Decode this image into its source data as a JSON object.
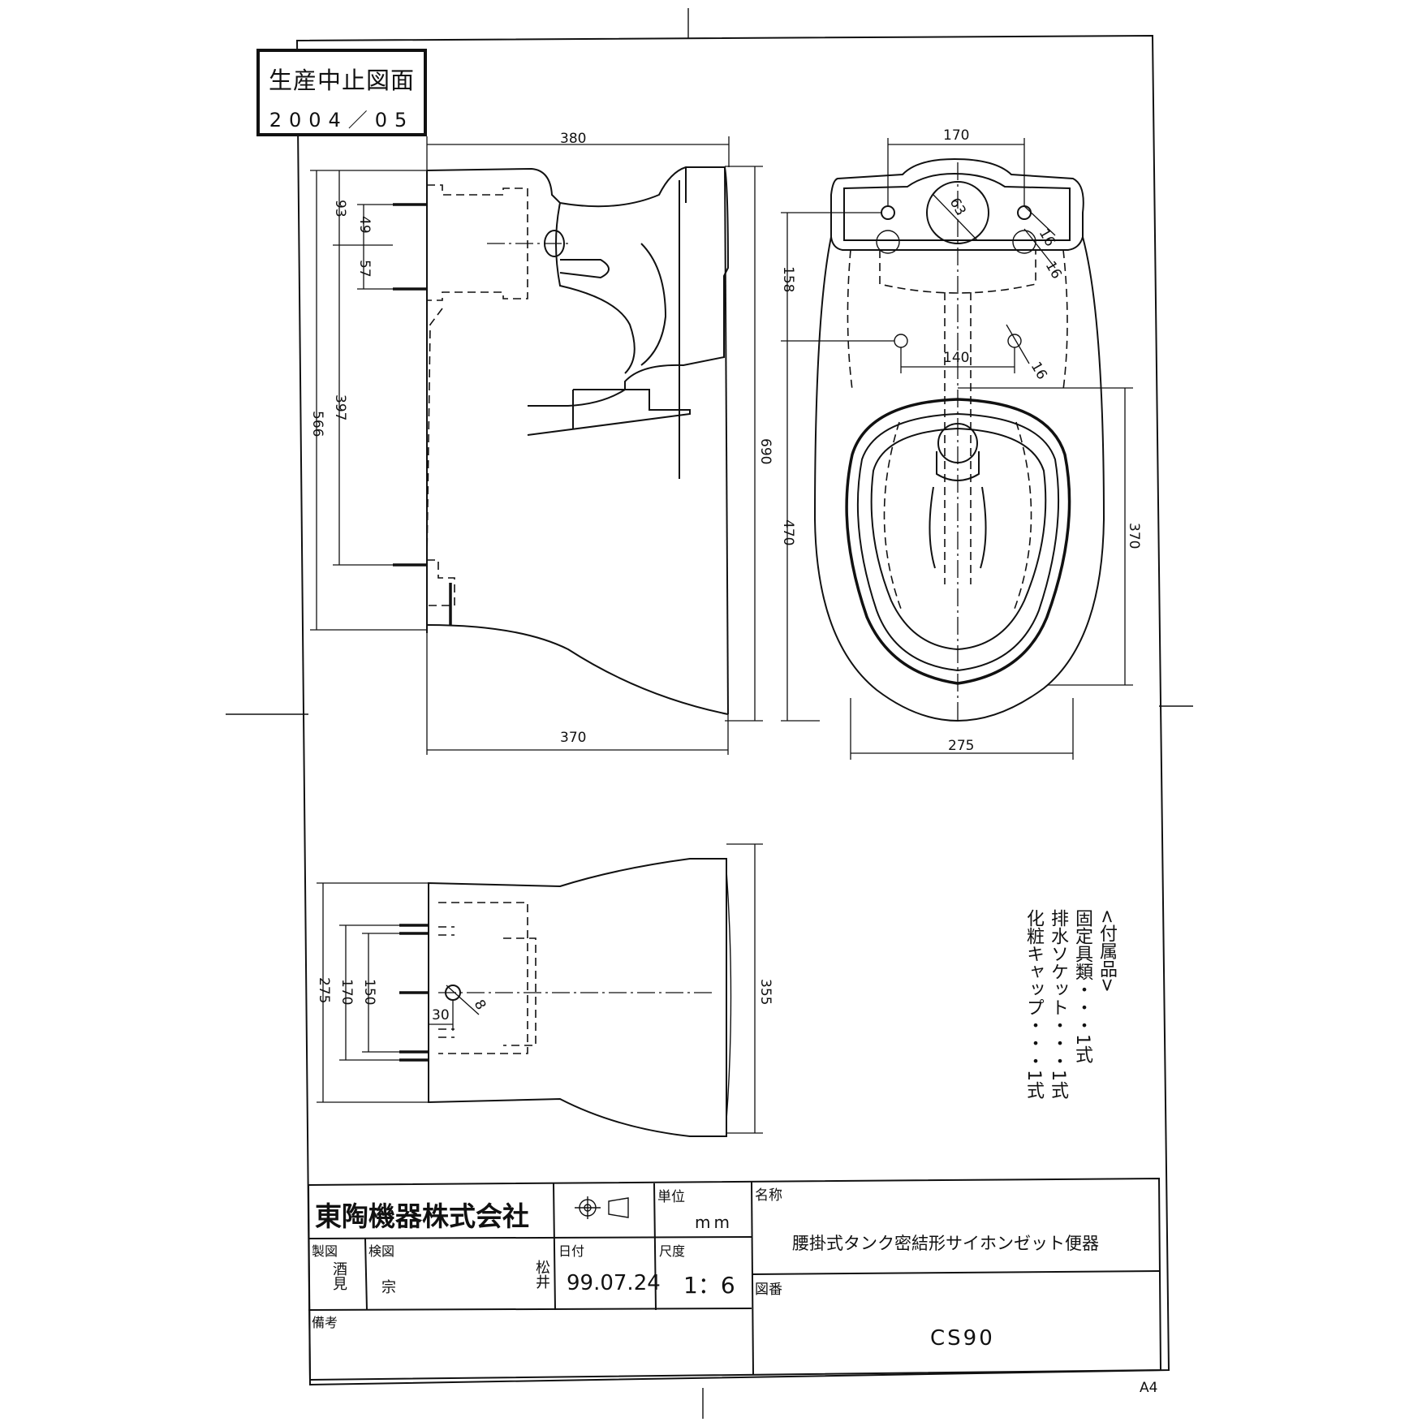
{
  "stamp": {
    "title": "生産中止図面",
    "date": "2004／05"
  },
  "dimensions": {
    "side_top_width": "380",
    "side_bottom_width": "370",
    "side_height": "690",
    "side_566": "566",
    "side_397": "397",
    "side_93": "93",
    "side_49": "49",
    "side_57": "57",
    "top_170": "170",
    "top_158": "158",
    "top_470": "470",
    "top_140": "140",
    "top_16a": "16",
    "top_16b": "16",
    "top_16c": "16",
    "top_370": "370",
    "top_275": "275",
    "top_63": "63",
    "bottom_275": "275",
    "bottom_170": "170",
    "bottom_150": "150",
    "bottom_30": "30",
    "bottom_8": "8",
    "bottom_355": "355"
  },
  "notes": {
    "header": "<付属品>",
    "item1": "固定具類・・・1式",
    "item2": "排水ソケット・・・1式",
    "item3": "化粧キャップ・・・1式"
  },
  "title_block": {
    "company": "東陶機器株式会社",
    "unit_label": "単位",
    "unit_value": "mm",
    "name_label": "名称",
    "name_value": "腰掛式タンク密結形サイホンゼット便器",
    "drawn_label": "製図",
    "drawn_value": "酒見",
    "checked_label": "検図",
    "checked_value": "宗",
    "approved_value": "松井",
    "date_label": "日付",
    "date_value": "99.07.24",
    "scale_label": "尺度",
    "scale_value": "1：6",
    "drawing_no_label": "図番",
    "drawing_no_value": "CS90",
    "remarks_label": "備考"
  },
  "paper_size": "A4"
}
